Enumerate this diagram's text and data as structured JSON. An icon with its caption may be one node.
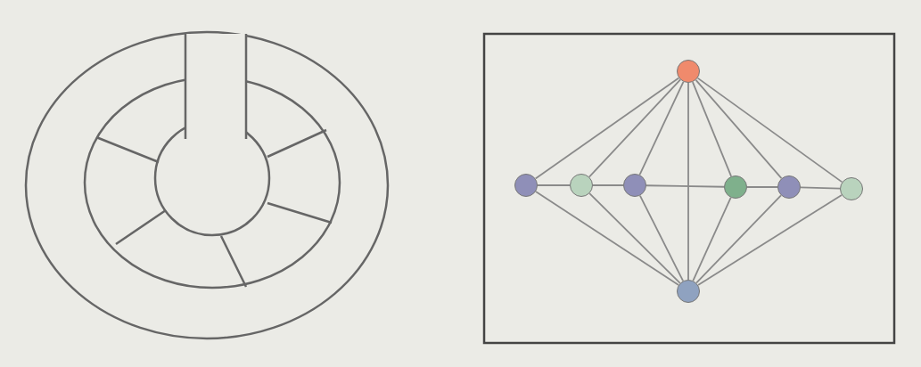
{
  "diagram": {
    "nodes": [
      {
        "text": [],
        "shape": "circle"
      },
      {
        "text": [],
        "shape": "circle"
      },
      {
        "text": [],
        "shape": "circle"
      },
      {
        "text": [],
        "shape": "circle"
      },
      {
        "text": [],
        "shape": "circle"
      },
      {
        "text": [],
        "shape": "circle"
      },
      {
        "text": [],
        "shape": "circle"
      },
      {
        "text": [],
        "shape": "circle"
      }
    ],
    "edges": [
      {
        "from": 0,
        "to": 1,
        "arrow": "none"
      },
      {
        "from": 0,
        "to": 2,
        "arrow": "none"
      },
      {
        "from": 0,
        "to": 3,
        "arrow": "none"
      },
      {
        "from": 0,
        "to": 7,
        "arrow": "none"
      },
      {
        "from": 0,
        "to": 4,
        "arrow": "none"
      },
      {
        "from": 0,
        "to": 5,
        "arrow": "none"
      },
      {
        "from": 0,
        "to": 6,
        "arrow": "none"
      },
      {
        "from": 1,
        "to": 2,
        "arrow": "none"
      },
      {
        "from": 2,
        "to": 3,
        "arrow": "none"
      },
      {
        "from": 3,
        "to": 4,
        "arrow": "none"
      },
      {
        "from": 4,
        "to": 5,
        "arrow": "none"
      },
      {
        "from": 5,
        "to": 6,
        "arrow": "none"
      },
      {
        "from": 1,
        "to": 7,
        "arrow": "none"
      },
      {
        "from": 2,
        "to": 7,
        "arrow": "none"
      },
      {
        "from": 3,
        "to": 7,
        "arrow": "none"
      },
      {
        "from": 4,
        "to": 7,
        "arrow": "none"
      },
      {
        "from": 5,
        "to": 7,
        "arrow": "none"
      },
      {
        "from": 6,
        "to": 7,
        "arrow": "none"
      }
    ]
  }
}
